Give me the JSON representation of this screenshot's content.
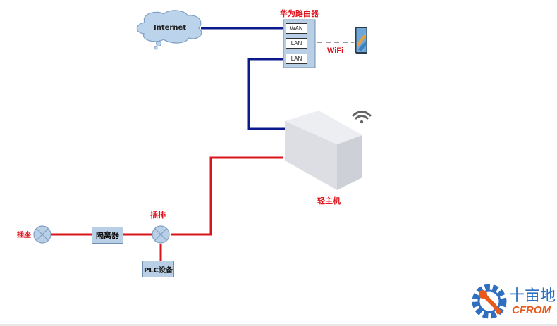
{
  "diagram": {
    "internet": {
      "label": "Internet"
    },
    "router": {
      "title": "华为路由器",
      "ports": [
        "WAN",
        "LAN",
        "LAN"
      ]
    },
    "wifi_label": "WiFi",
    "host": {
      "label": "轻主机"
    },
    "socket": {
      "label": "插座"
    },
    "isolator": {
      "label": "隔离器"
    },
    "power_strip": {
      "label": "插排"
    },
    "plc": {
      "label": "PLC设备"
    },
    "colors": {
      "network_line": "#0a1a8c",
      "power_line": "#d8141c",
      "label_red": "#e0141e",
      "box_fill": "#b8cfe6"
    }
  },
  "watermark": {
    "text_cn": "十亩地",
    "text_en": "CFROM"
  }
}
